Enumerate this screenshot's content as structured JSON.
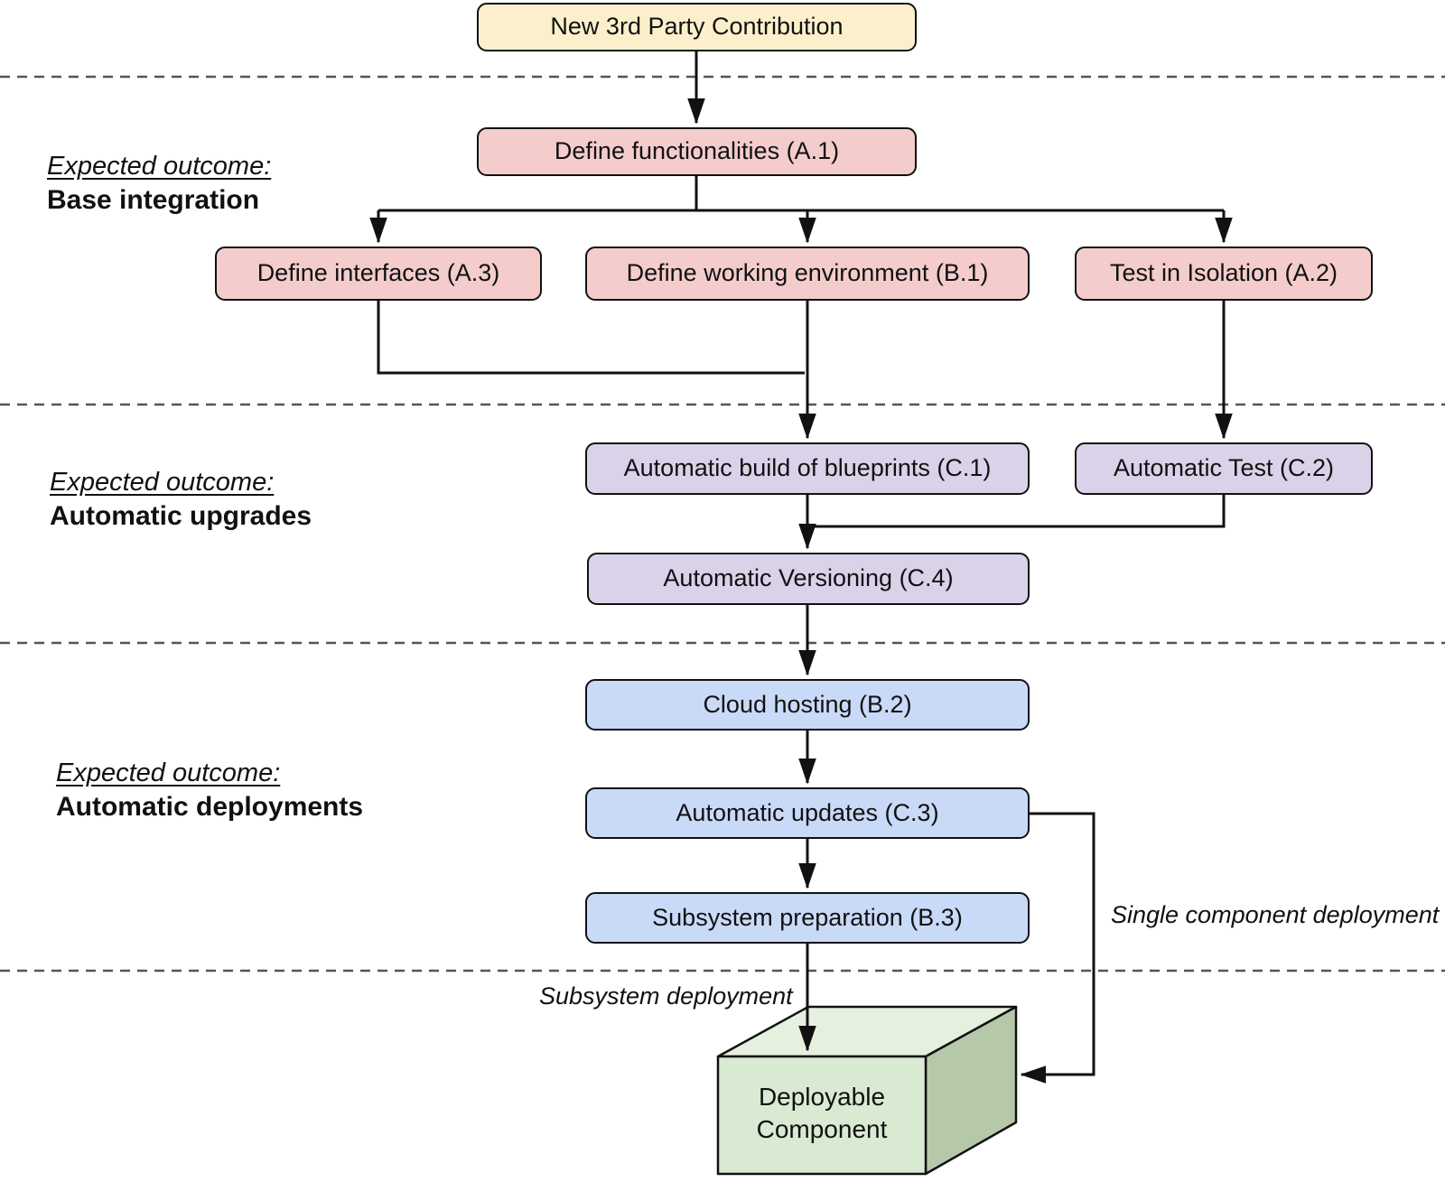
{
  "diagram": {
    "nodes": {
      "contribution": {
        "label": "New 3rd Party Contribution"
      },
      "define_functionalities": {
        "label": "Define functionalities (A.1)"
      },
      "define_interfaces": {
        "label": "Define interfaces (A.3)"
      },
      "define_working_environment": {
        "label": "Define working environment (B.1)"
      },
      "test_in_isolation": {
        "label": "Test in Isolation (A.2)"
      },
      "automatic_build": {
        "label": "Automatic build of blueprints (C.1)"
      },
      "automatic_test": {
        "label": "Automatic Test (C.2)"
      },
      "automatic_versioning": {
        "label": "Automatic Versioning (C.4)"
      },
      "cloud_hosting": {
        "label": "Cloud hosting (B.2)"
      },
      "automatic_updates": {
        "label": "Automatic updates (C.3)"
      },
      "subsystem_preparation": {
        "label": "Subsystem preparation (B.3)"
      },
      "deployable_component": {
        "label": "Deployable\nComponent"
      }
    },
    "section_labels": {
      "base_integration": {
        "heading": "Expected outcome:",
        "name": "Base integration"
      },
      "automatic_upgrades": {
        "heading": "Expected outcome:",
        "name": "Automatic upgrades"
      },
      "automatic_deployments": {
        "heading": "Expected outcome:",
        "name": "Automatic deployments"
      }
    },
    "edge_labels": {
      "single_component_deployment": "Single component deployment",
      "subsystem_deployment": "Subsystem deployment"
    },
    "colors": {
      "contribution_fill": "#fcf0cc",
      "base_integration_fill": "#f4cccc",
      "automatic_upgrades_fill": "#d9d2e9",
      "automatic_deployments_fill": "#c9daf8",
      "component_front_fill": "#d9ead3",
      "component_top_fill": "#e6f0df",
      "component_side_fill": "#b6c8aa",
      "line_color": "#111111",
      "divider_color": "#555555"
    }
  }
}
